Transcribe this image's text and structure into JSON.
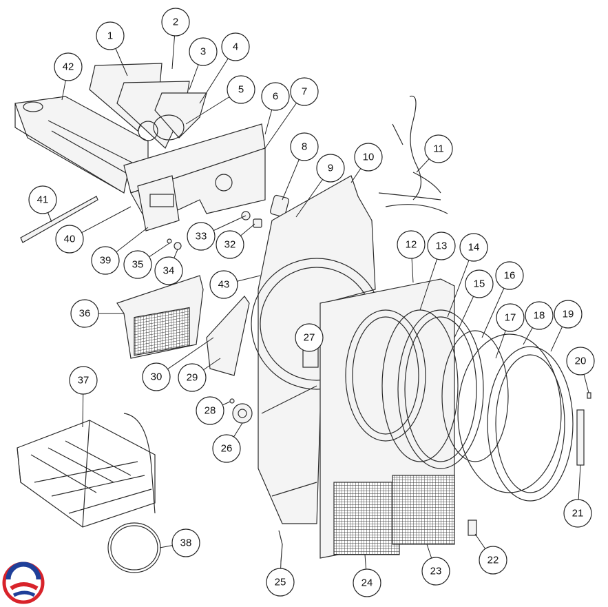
{
  "diagram": {
    "callouts": [
      "1",
      "2",
      "3",
      "4",
      "5",
      "6",
      "7",
      "8",
      "9",
      "10",
      "11",
      "12",
      "13",
      "14",
      "15",
      "16",
      "17",
      "18",
      "19",
      "20",
      "21",
      "22",
      "23",
      "24",
      "25",
      "26",
      "27",
      "28",
      "29",
      "30",
      "32",
      "33",
      "34",
      "35",
      "36",
      "37",
      "38",
      "39",
      "40",
      "41",
      "42",
      "43"
    ],
    "logo": "swirl-logo",
    "colors": {
      "logo_red": "#d8232a",
      "logo_blue": "#1f3f99",
      "line": "#222222"
    }
  }
}
